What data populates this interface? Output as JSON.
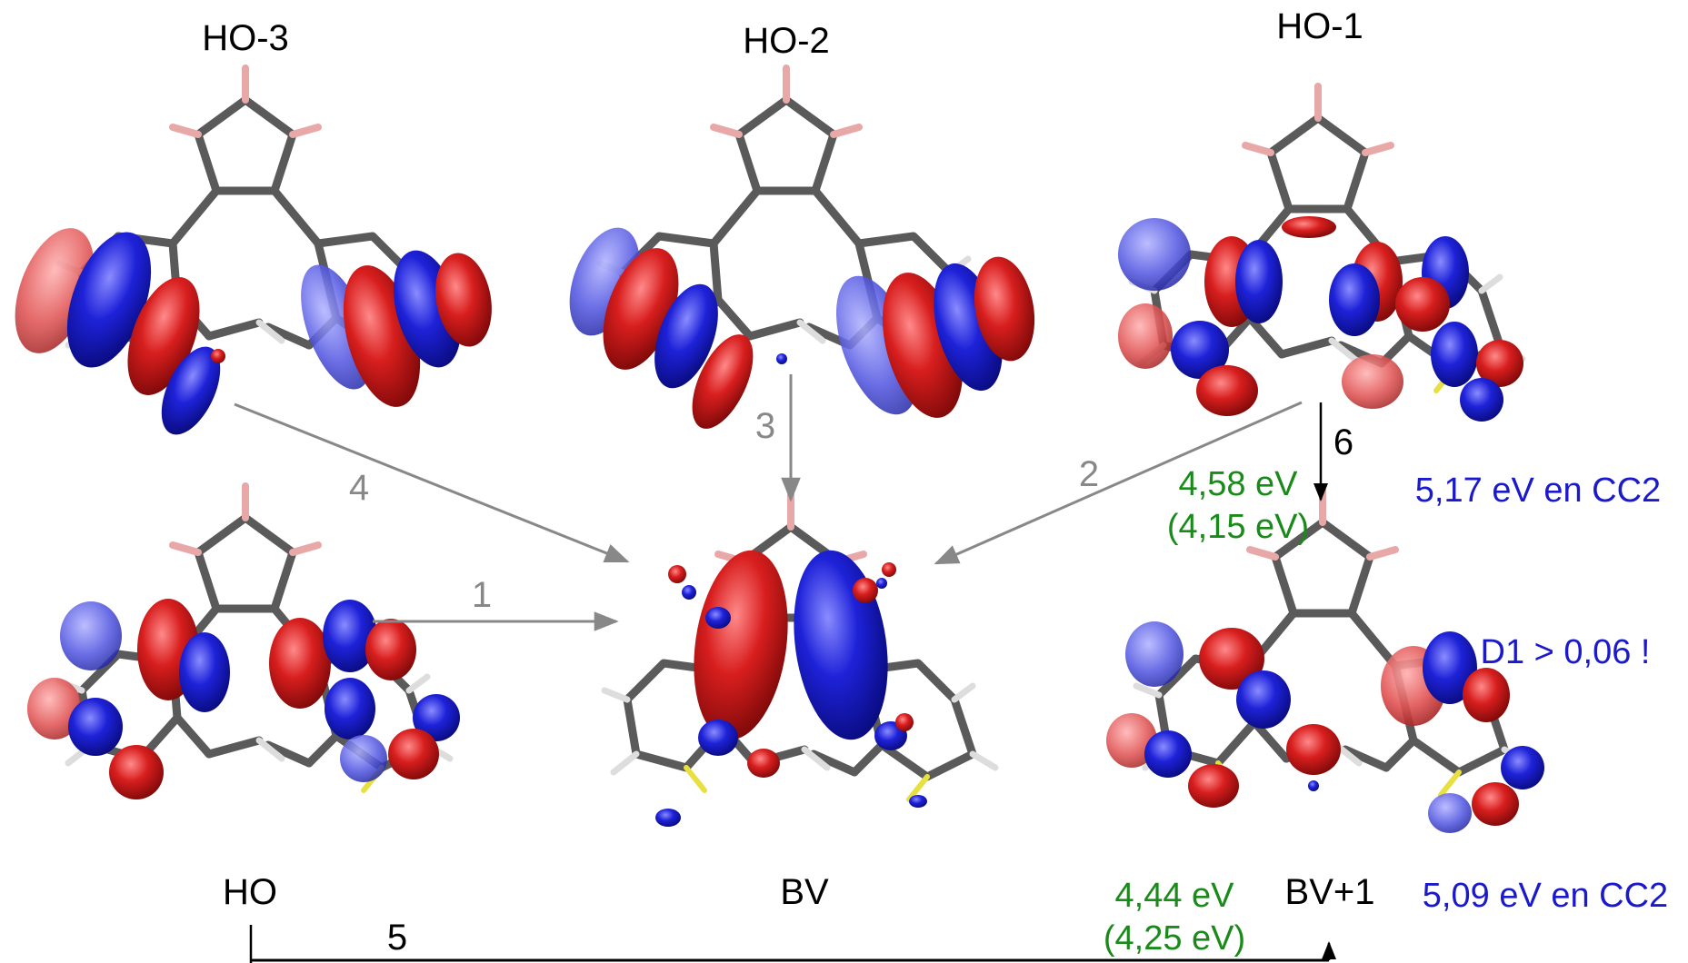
{
  "orbitals": {
    "ho3": "HO-3",
    "ho2": "HO-2",
    "ho1": "HO-1",
    "ho": "HO",
    "bv": "BV",
    "bv1": "BV+1"
  },
  "transitions": {
    "t1": "1",
    "t2": "2",
    "t3": "3",
    "t4": "4",
    "t5": "5",
    "t6": "6"
  },
  "energies": {
    "upper_main": "4,58 eV",
    "upper_paren": "(4,15 eV)",
    "upper_cc2": "5,17 eV en CC2",
    "d1_note": "D1 > 0,06 !",
    "lower_main": "4,44 eV",
    "lower_paren": "(4,25 eV)",
    "lower_cc2": "5,09 eV en CC2"
  },
  "colors": {
    "gray_arrow": "#888888",
    "black_arrow": "#000000",
    "green_text": "#1a8a1a",
    "blue_text": "#1a1acc",
    "lobe_red": "#d81e1e",
    "lobe_blue": "#1e22d8",
    "bond_gray": "#5a5a5a",
    "sulfur_yellow": "#e8e040",
    "hydrogen_pink": "#e8a8a8"
  }
}
